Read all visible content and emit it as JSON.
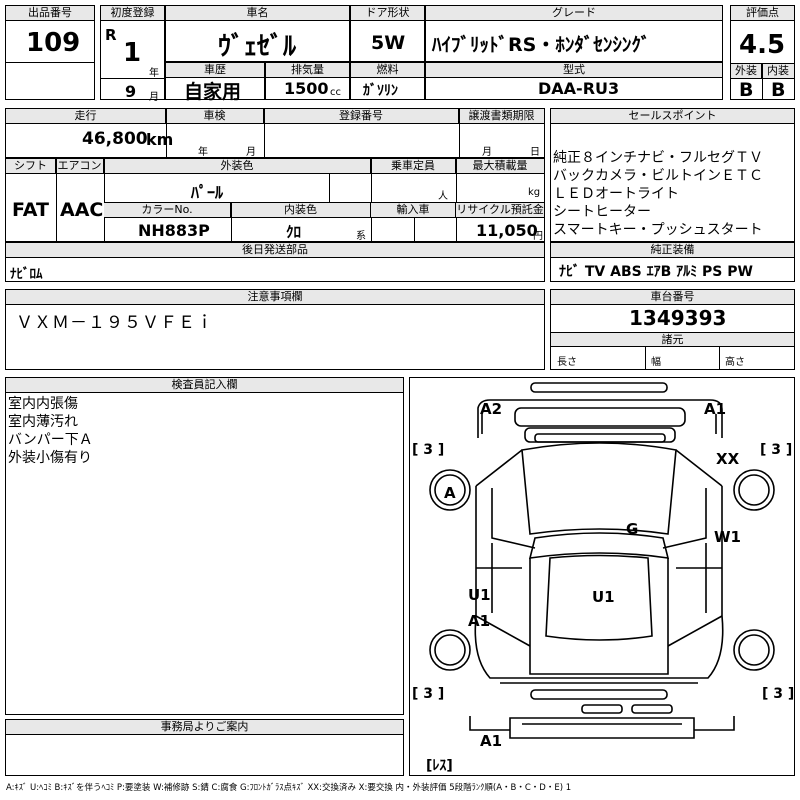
{
  "header": {
    "lot_label": "出品番号",
    "lot_value": "109",
    "first_reg_label": "初度登録",
    "era": "R",
    "first_reg_year": "1",
    "year_unit": "年",
    "first_reg_month": "9",
    "month_unit": "月",
    "name_label": "車名",
    "name_value": "ｳﾞｪｾﾞﾙ",
    "door_label": "ドア形状",
    "door_value": "5W",
    "grade_label": "グレード",
    "grade_value": "ﾊｲﾌﾞﾘｯﾄﾞRS・ﾎﾝﾀﾞｾﾝｼﾝｸﾞ",
    "score_label": "評価点",
    "score_value": "4.5",
    "history_label": "車歴",
    "history_value": "自家用",
    "displacement_label": "排気量",
    "displacement_value": "1500",
    "displacement_unit": "cc",
    "fuel_label": "燃料",
    "fuel_value": "ｶﾞｿﾘﾝ",
    "model_label": "型式",
    "model_value": "DAA-RU3",
    "ext_label": "外装",
    "ext_value": "B",
    "int_label": "内装",
    "int_value": "B"
  },
  "row2": {
    "mileage_label": "走行",
    "mileage_value": "46,800",
    "mileage_unit": "km",
    "inspection_label": "車検",
    "year_unit": "年",
    "month_unit": "月",
    "reg_no_label": "登録番号",
    "transfer_label": "譲渡書類期限",
    "transfer_month": "月",
    "transfer_day": "日",
    "sales_label": "セールスポイント",
    "sales_points": [
      "純正８インチナビ・フルセグＴＶ",
      "バックカメラ・ビルトインＥＴＣ",
      "ＬＥＤオートライト",
      "シートヒーター",
      "スマートキー・プッシュスタート"
    ],
    "shift_label": "シフト",
    "shift_value": "FAT",
    "ac_label": "エアコン",
    "ac_value": "AAC",
    "color_label": "外装色",
    "color_value": "ﾊﾟｰﾙ",
    "capacity_label": "乗車定員",
    "capacity_unit": "人",
    "load_label": "最大積載量",
    "load_unit": "kg",
    "color_no_label": "カラーNo.",
    "color_no_value": "NH883P",
    "interior_color_label": "内装色",
    "interior_color_value": "ｸﾛ",
    "interior_color_unit": "系",
    "import_label": "輸入車",
    "recycle_label": "リサイクル預託金",
    "recycle_value": "11,050",
    "recycle_unit": "円",
    "later_label": "後日発送部品",
    "later_value": "ﾅﾋﾞﾛﾑ",
    "equipment_label": "純正装備",
    "equipment_value": "ﾅﾋﾞ  TV  ABS  ｴｱB  ｱﾙﾐ  PS  PW"
  },
  "notes": {
    "caution_label": "注意事項欄",
    "caution_value": "ＶＸＭ－１９５ＶＦＥｉ",
    "chassis_label": "車台番号",
    "chassis_value": "1349393",
    "spec_label": "諸元",
    "length_label": "長さ",
    "width_label": "幅",
    "height_label": "高さ",
    "inspector_label": "検査員記入欄",
    "inspector_notes": [
      "室内内張傷",
      "室内薄汚れ",
      "バンパー下Ａ",
      "外装小傷有り"
    ],
    "office_label": "事務局よりご案内"
  },
  "diagram": {
    "marks": [
      "A2",
      "A1",
      "XX",
      "A",
      "G",
      "W1",
      "U1",
      "A1",
      "U1",
      "A1"
    ],
    "tires": [
      "[ 3 ]",
      "[ 3 ]",
      "[ 3 ]",
      "[ 3 ]"
    ],
    "spare": "[ﾚｽ]"
  },
  "legend": "A:ｷｽﾞ U:ﾍｺﾐ B:ｷｽﾞを伴うﾍｺﾐ P:要塗装 W:補修跡 S:錆 C:腐食 G:ﾌﾛﾝﾄｶﾞﾗｽ点ｷｽﾞ XX:交換済み X:要交換  内・外装評価 5段階ﾗﾝｸ順(A・B・C・D・E) 1"
}
